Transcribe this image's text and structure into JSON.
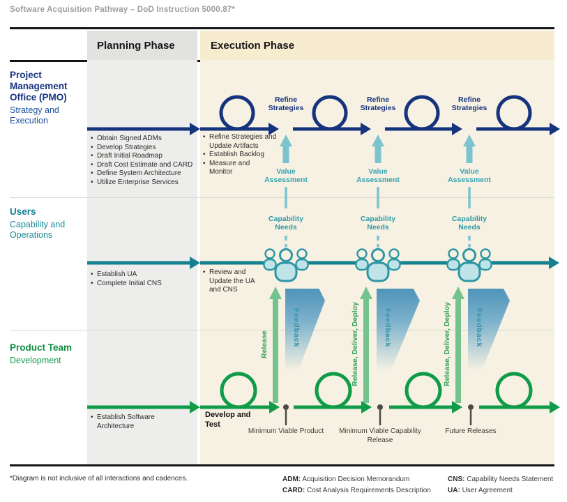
{
  "title": "Software Acquisition Pathway – DoD Instruction 5000.87*",
  "phases": {
    "planning": "Planning Phase",
    "execution": "Execution Phase"
  },
  "lanes": {
    "pmo": {
      "name": "Project Management Office (PMO)",
      "subtitle": "Strategy and Execution",
      "planning_bullets": [
        "Obtain Signed ADMs",
        "Develop Strategies",
        "Draft Initial Roadmap",
        "Draft Cost Estimate and CARD",
        "Define System Architecture",
        "Utilize Enterprise Services"
      ],
      "execution_bullets": [
        "Refine Strategies and Update Artifacts",
        "Establish Backlog",
        "Measure and Monitor"
      ],
      "loop_label": "Refine Strategies",
      "value_label": "Value Assessment"
    },
    "users": {
      "name": "Users",
      "subtitle": "Capability and Operations",
      "planning_bullets": [
        "Establish UA",
        "Complete Initial CNS"
      ],
      "execution_bullets": [
        "Review and Update the UA and CNS"
      ],
      "needs_label": "Capability Needs"
    },
    "product": {
      "name": "Product Team",
      "subtitle": "Development",
      "planning_bullets": [
        "Establish Software Architecture"
      ],
      "develop_label": "Develop and Test",
      "release_labels": [
        "Release",
        "Release, Deliver, Deploy",
        "Release, Deliver, Deploy"
      ],
      "feedback_label": "Feedback",
      "milestones": [
        "Minimum Viable Product",
        "Minimum Viable Capability Release",
        "Future Releases"
      ]
    }
  },
  "footnote": "*Diagram is not inclusive of all interactions and cadences.",
  "legend": [
    {
      "term": "ADM:",
      "def": "Acquisition Decision Memorandum"
    },
    {
      "term": "CARD:",
      "def": "Cost Analysis Requirements Description"
    },
    {
      "term": "CNS:",
      "def": "Capability Needs Statement"
    },
    {
      "term": "UA:",
      "def": "User Agreement"
    }
  ],
  "colors": {
    "navy": "#16337d",
    "blue_sub": "#1e51a0",
    "teal": "#15808f",
    "teal_outline": "#2d96a4",
    "teal_light": "#7cc4cd",
    "people_fill": "#bfe3e6",
    "green": "#0f9b48",
    "green_light": "#74c28c",
    "feedback_blue": "#4f94ba",
    "milestone_gray": "#4b4b43",
    "planning_bg": "#ededec",
    "execution_bg": "#f6f1e2"
  }
}
